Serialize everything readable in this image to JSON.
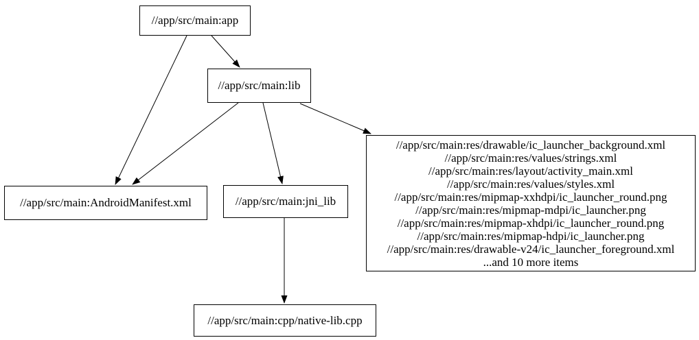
{
  "diagram": {
    "type": "dependency-graph",
    "background_color": "#ffffff",
    "node_fill_color": "#ffffff",
    "node_border_color": "#000000",
    "edge_color": "#000000",
    "text_color": "#000000",
    "nodes": {
      "app": {
        "label": "//app/src/main:app"
      },
      "lib": {
        "label": "//app/src/main:lib"
      },
      "android_manifest": {
        "label": "//app/src/main:AndroidManifest.xml"
      },
      "jni_lib": {
        "label": "//app/src/main:jni_lib"
      },
      "native_lib_cpp": {
        "label": "//app/src/main:cpp/native-lib.cpp"
      },
      "resources": {
        "lines": [
          "//app/src/main:res/drawable/ic_launcher_background.xml",
          "//app/src/main:res/values/strings.xml",
          "//app/src/main:res/layout/activity_main.xml",
          "//app/src/main:res/values/styles.xml",
          "//app/src/main:res/mipmap-xxhdpi/ic_launcher_round.png",
          "//app/src/main:res/mipmap-mdpi/ic_launcher.png",
          "//app/src/main:res/mipmap-xhdpi/ic_launcher_round.png",
          "//app/src/main:res/mipmap-hdpi/ic_launcher.png",
          "//app/src/main:res/drawable-v24/ic_launcher_foreground.xml",
          "...and 10 more items"
        ]
      }
    },
    "edges": [
      {
        "from": "app",
        "to": "lib"
      },
      {
        "from": "app",
        "to": "android_manifest"
      },
      {
        "from": "lib",
        "to": "android_manifest"
      },
      {
        "from": "lib",
        "to": "jni_lib"
      },
      {
        "from": "lib",
        "to": "resources"
      },
      {
        "from": "jni_lib",
        "to": "native_lib_cpp"
      }
    ]
  }
}
